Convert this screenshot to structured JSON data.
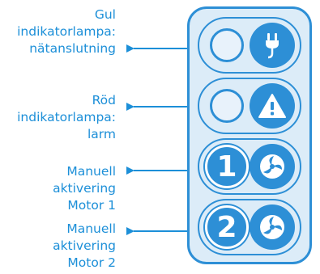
{
  "labels": {
    "yellow_lamp": "Gul\nindikatorlampa:\nnätanslutning",
    "red_lamp": "Röd\nindikatorlampa:\nlarm",
    "motor1": "Manuell\naktivering\nMotor 1",
    "motor2": "Manuell\naktivering\nMotor 2"
  },
  "panel": {
    "rows": [
      {
        "left": "indicator-lamp",
        "right": "plug-icon"
      },
      {
        "left": "indicator-lamp",
        "right": "warning-icon"
      },
      {
        "left": "1",
        "right": "fan-icon"
      },
      {
        "left": "2",
        "right": "fan-icon"
      }
    ]
  },
  "colors": {
    "accent": "#2d8fd6",
    "text": "#1c8fd8",
    "panel_fill": "#dcecf8"
  }
}
